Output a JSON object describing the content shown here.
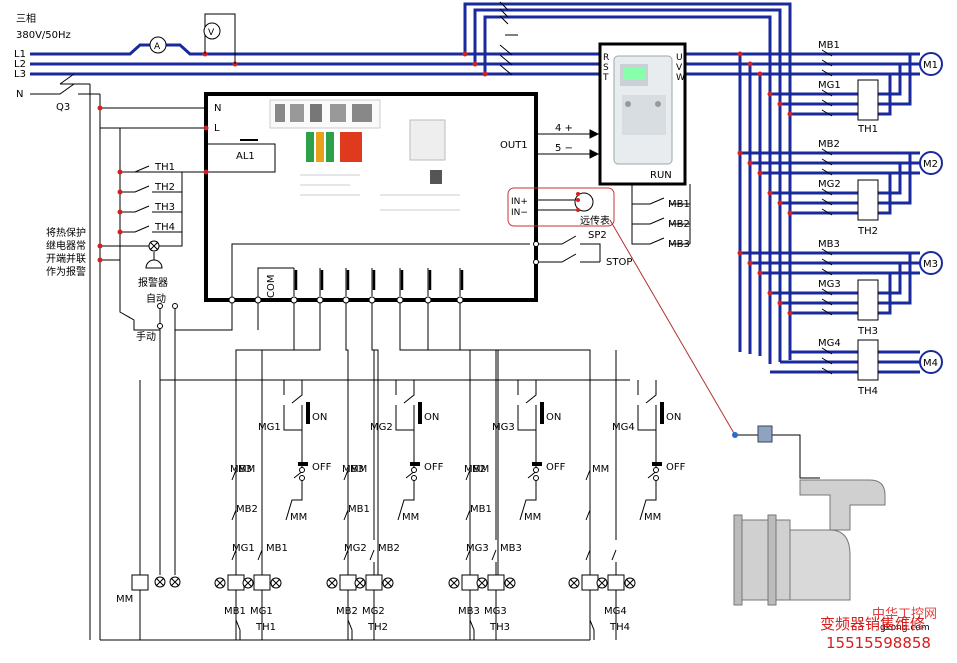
{
  "supply": {
    "phase": "三相",
    "voltage": "380V/50Hz",
    "lines": [
      "L1",
      "L2",
      "L3",
      "N"
    ],
    "breaker": "Q3",
    "ammeter": "A",
    "voltmeter": "V"
  },
  "controller": {
    "terminals_left": [
      "N",
      "L"
    ],
    "alarm_relay": "AL1",
    "thermal_contacts": [
      "TH1",
      "TH2",
      "TH3",
      "TH4"
    ],
    "common": "COM",
    "out": "OUT1",
    "out_plus": "4 +",
    "out_minus": "5 −",
    "in_plus": "IN+",
    "in_minus": "IN−",
    "remote_gauge": "远传表",
    "sp2": "SP2",
    "stop": "STOP"
  },
  "inverter": {
    "inputs": [
      "R",
      "S",
      "T"
    ],
    "outputs": [
      "U",
      "V",
      "W"
    ],
    "run": "RUN",
    "mb_contacts": [
      "MB1",
      "MB2",
      "MB3"
    ]
  },
  "alarm_note": [
    "将热保护",
    "继电器常",
    "开端并联",
    "作为报警"
  ],
  "alarm_label": "报警器",
  "mode_auto": "自动",
  "mode_manual": "手动",
  "motors": [
    {
      "name": "M1",
      "mb": "MB1",
      "mg": "MG1",
      "th": "TH1"
    },
    {
      "name": "M2",
      "mb": "MB2",
      "mg": "MG2",
      "th": "TH2"
    },
    {
      "name": "M3",
      "mb": "MB3",
      "mg": "MG3",
      "th": "TH3"
    },
    {
      "name": "M4",
      "mb": "MG4",
      "mg": "MG4",
      "th": "TH4"
    }
  ],
  "bottom": {
    "mm": "MM",
    "on": "ON",
    "off": "OFF",
    "groups": [
      {
        "mg": "MG1",
        "il_a": "MB3",
        "il_b": "MB2",
        "coil_a": "MG1",
        "coil_b": "MB1",
        "lbl_a": "MB1",
        "lbl_b": "MG1",
        "th": "TH1"
      },
      {
        "mg": "MG2",
        "il_a": "MB3",
        "il_b": "MB1",
        "coil_a": "MG2",
        "coil_b": "MB2",
        "lbl_a": "MB2",
        "lbl_b": "MG2",
        "th": "TH2"
      },
      {
        "mg": "MG3",
        "il_a": "MB2",
        "il_b": "MB1",
        "coil_a": "MG3",
        "coil_b": "MB3",
        "lbl_a": "MB3",
        "lbl_b": "MG3",
        "th": "TH3"
      },
      {
        "mg": "MG4",
        "il_a": "",
        "il_b": "",
        "coil_a": "",
        "coil_b": "",
        "lbl_a": "",
        "lbl_b": "MG4",
        "th": "TH4"
      }
    ]
  },
  "watermark": {
    "line1": "变频器销售维修",
    "line2": "15515598858",
    "logo": "中华工控网",
    "site": "gkong.com"
  },
  "colors": {
    "bus": "#1a2a9c",
    "node": "#d42020",
    "annotation": "#b43232"
  }
}
